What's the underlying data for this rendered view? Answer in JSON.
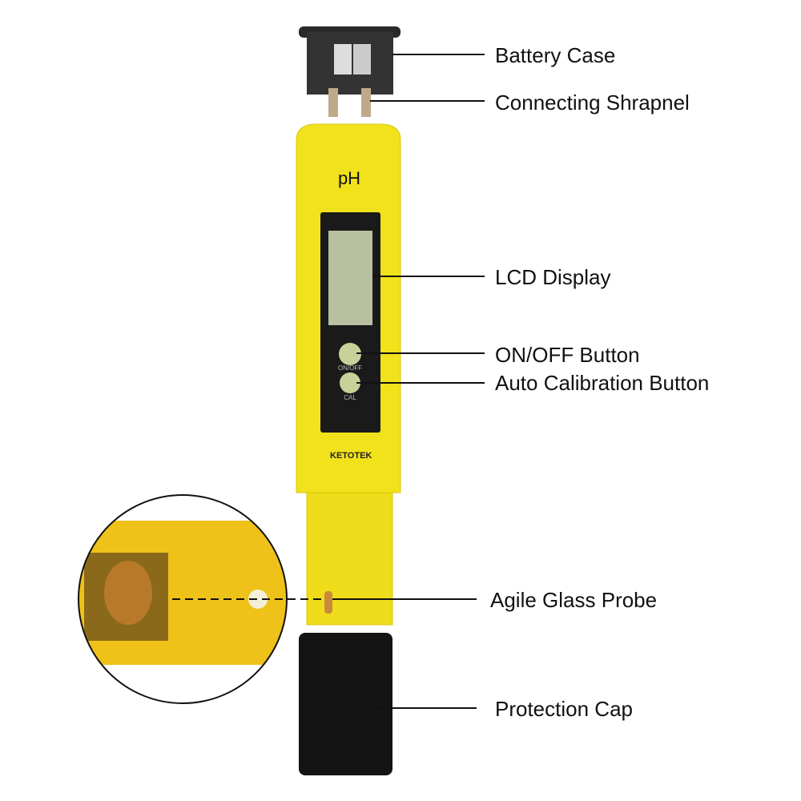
{
  "device": {
    "screen_label": "pH",
    "brand": "KETOTEK",
    "button1_text": "ON/OFF",
    "button2_text": "CAL"
  },
  "labels": {
    "battery_case": "Battery Case",
    "connecting_shrapnel": "Connecting Shrapnel",
    "lcd_display": "LCD Display",
    "on_off_button": "ON/OFF Button",
    "auto_calibration_button": "Auto Calibration Button",
    "agile_glass_probe": "Agile Glass Probe",
    "protection_cap": "Protection Cap"
  },
  "colors": {
    "body": "#f2e21c",
    "lcd": "#b9c0a0",
    "button": "#c9d19a",
    "cap": "#141414"
  }
}
